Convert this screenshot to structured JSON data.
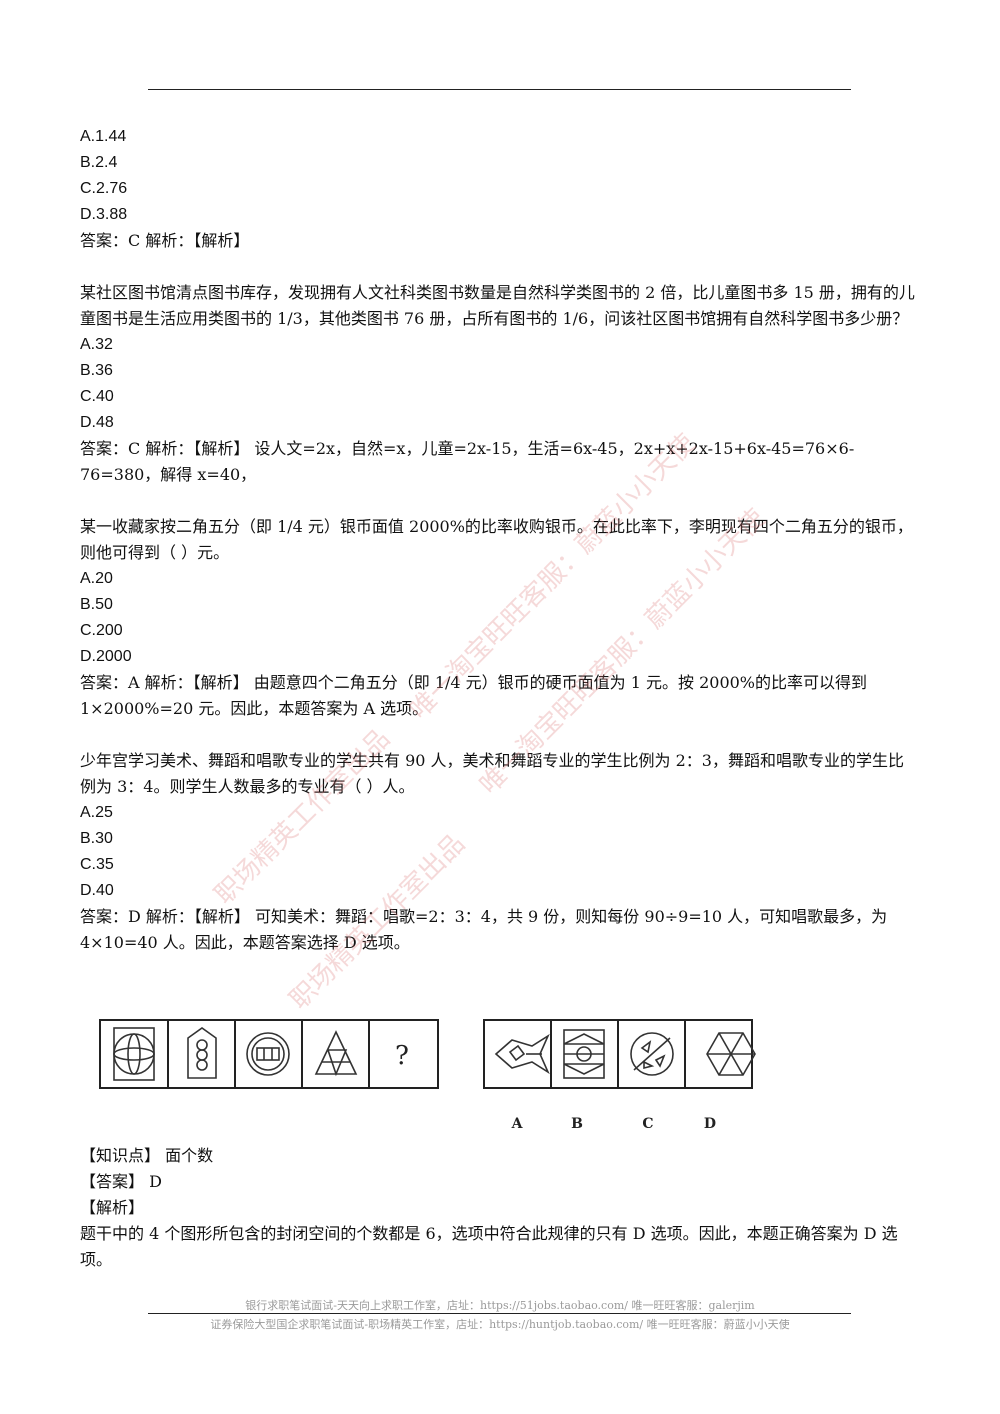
{
  "block1": {
    "options": [
      "A.1.44",
      "B.2.4",
      "C.2.76",
      "D.3.88"
    ],
    "answer": "答案：C 解析：【解析】"
  },
  "q2": {
    "stem": "某社区图书馆清点图书库存，发现拥有人文社科类图书数量是自然科学类图书的 2 倍，比儿童图书多 15 册，拥有的儿童图书是生活应用类图书的 1/3，其他类图书 76 册，占所有图书的 1/6，问该社区图书馆拥有自然科学图书多少册？",
    "options": [
      "A.32",
      "B.36",
      "C.40",
      "D.48"
    ],
    "answer": "答案：C 解析：【解析】 设人文=2x，自然=x，儿童=2x-15，生活=6x-45，2x+x+2x-15+6x-45=76×6-76=380，解得 x=40，"
  },
  "q3": {
    "stem": "某一收藏家按二角五分（即 1/4 元）银币面值 2000%的比率收购银币。在此比率下，李明现有四个二角五分的银币，则他可得到（ ）元。",
    "options": [
      "A.20",
      "B.50",
      "C.200",
      "D.2000"
    ],
    "answer": "答案：A 解析：【解析】 由题意四个二角五分（即 1/4 元）银币的硬币面值为 1 元。按 2000%的比率可以得到 1×2000%=20 元。因此，本题答案为 A 选项。"
  },
  "q4": {
    "stem": "少年宫学习美术、舞蹈和唱歌专业的学生共有 90 人，美术和舞蹈专业的学生比例为 2：3，舞蹈和唱歌专业的学生比例为 3：4。则学生人数最多的专业有（ ）人。",
    "options": [
      "A.25",
      "B.30",
      "C.35",
      "D.40"
    ],
    "answer": "答案：D 解析：【解析】 可知美术：舞蹈：唱歌=2：3：4，共 9 份，则知每份 90÷9=10 人，可知唱歌最多，为 4×10=40 人。因此，本题答案选择 D 选项。"
  },
  "q5": {
    "figure": {
      "question_mark": "?",
      "option_labels": [
        "A",
        "B",
        "C",
        "D"
      ]
    },
    "knowledge": "【知识点】 面个数",
    "answer": "【答案】 D",
    "analysis_label": "【解析】",
    "analysis": "题干中的 4 个图形所包含的封闭空间的个数都是 6，选项中符合此规律的只有 D 选项。因此，本题正确答案为 D 选项。"
  },
  "footer": {
    "line1": "银行求职笔试面试-天天向上求职工作室，店址：https://51jobs.taobao.com/  唯一旺旺客服：galerjim",
    "line2": "证券保险大型国企求职笔试面试-职场精英工作室，店址：https://huntjob.taobao.com/  唯一旺旺客服：蔚蓝小小天使"
  },
  "watermarks": [
    "唯一淘宝旺旺客服：蔚蓝小小天使",
    "唯一淘宝旺旺客服：蔚蓝小小天使",
    "职场精英工作室出品",
    "职场精英工作室出品"
  ]
}
